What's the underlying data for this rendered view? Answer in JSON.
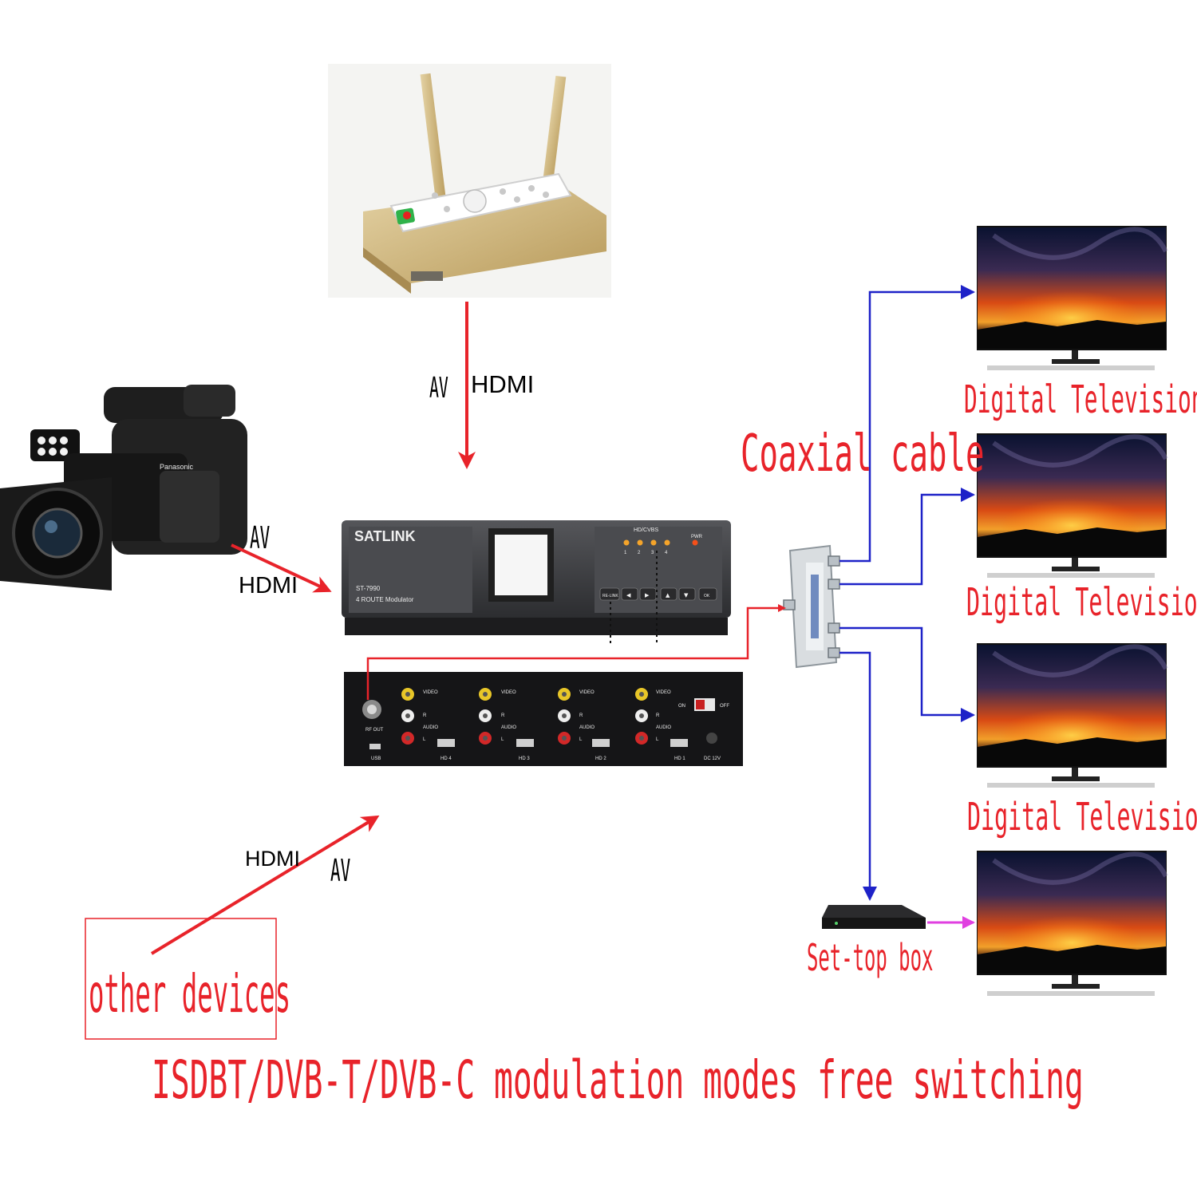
{
  "labels": {
    "top_av": "AV",
    "top_hdmi": "HDMI",
    "cam_av": "AV",
    "cam_hdmi": "HDMI",
    "other_hdmi": "HDMI",
    "other_av": "AV",
    "coaxial": "Coaxial cable",
    "tv1": "Digital Television",
    "tv2": "Digital Television",
    "tv3": "Digital Television",
    "settop": "Set-top box",
    "other_devices": "other devices",
    "footer": "ISDBT/DVB-T/DVB-C modulation modes free switching"
  },
  "device_front": {
    "brand": "SATLINK",
    "model": "ST-7990",
    "desc": "4 ROUTE Modulator",
    "indicator_group": "HD/CVBS",
    "indicators": [
      "1",
      "2",
      "3",
      "4"
    ],
    "pwr": "PWR",
    "buttons": [
      "RE-LINK",
      "◀",
      "▶",
      "▲",
      "▼",
      "OK"
    ]
  },
  "device_rear": {
    "video": "VIDEO",
    "r": "R",
    "audio": "AUDIO",
    "l": "L",
    "rf_out": "RF OUT",
    "usb": "USB",
    "hd_ports": [
      "HD 4",
      "HD 3",
      "HD 2",
      "HD 1"
    ],
    "on": "ON",
    "off": "OFF",
    "dc": "DC 12V"
  },
  "camera": {
    "brand": "Panasonic"
  },
  "colors": {
    "red": "#e8232a",
    "blue": "#1e22c8",
    "magenta": "#e040e0",
    "device_dark": "#3c3d40",
    "rear_panel": "#151517"
  }
}
